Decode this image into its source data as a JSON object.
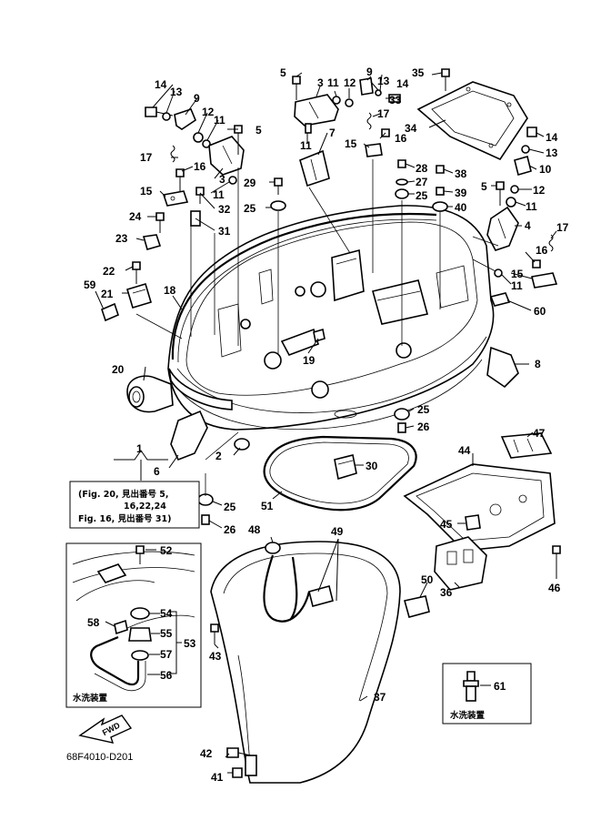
{
  "drawing_code": "68F4010-D201",
  "fwd_label": "FWD",
  "note_box": {
    "lines": [
      "(Fig. 20, 見出番号 5,",
      "16,22,24",
      "Fig. 16, 見出番号 31)"
    ]
  },
  "inset_left": {
    "caption": "水洗装置"
  },
  "inset_right": {
    "caption": "水洗装置"
  },
  "callouts": [
    {
      "id": "c1",
      "text": "1"
    },
    {
      "id": "c2",
      "text": "2"
    },
    {
      "id": "c3a",
      "text": "3"
    },
    {
      "id": "c3b",
      "text": "3"
    },
    {
      "id": "c4",
      "text": "4"
    },
    {
      "id": "c5a",
      "text": "5"
    },
    {
      "id": "c5b",
      "text": "5"
    },
    {
      "id": "c5c",
      "text": "5"
    },
    {
      "id": "c6",
      "text": "6"
    },
    {
      "id": "c7",
      "text": "7"
    },
    {
      "id": "c8",
      "text": "8"
    },
    {
      "id": "c9a",
      "text": "9"
    },
    {
      "id": "c9b",
      "text": "9"
    },
    {
      "id": "c10",
      "text": "10"
    },
    {
      "id": "c11a",
      "text": "11"
    },
    {
      "id": "c11b",
      "text": "11"
    },
    {
      "id": "c11c",
      "text": "11"
    },
    {
      "id": "c11d",
      "text": "11"
    },
    {
      "id": "c11e",
      "text": "11"
    },
    {
      "id": "c11f",
      "text": "11"
    },
    {
      "id": "c12a",
      "text": "12"
    },
    {
      "id": "c12b",
      "text": "12"
    },
    {
      "id": "c12c",
      "text": "12"
    },
    {
      "id": "c13a",
      "text": "13"
    },
    {
      "id": "c13b",
      "text": "13"
    },
    {
      "id": "c13c",
      "text": "13"
    },
    {
      "id": "c14a",
      "text": "14"
    },
    {
      "id": "c14b",
      "text": "14"
    },
    {
      "id": "c14c",
      "text": "14"
    },
    {
      "id": "c15a",
      "text": "15"
    },
    {
      "id": "c15b",
      "text": "15"
    },
    {
      "id": "c15c",
      "text": "15"
    },
    {
      "id": "c16a",
      "text": "16"
    },
    {
      "id": "c16b",
      "text": "16"
    },
    {
      "id": "c16c",
      "text": "16"
    },
    {
      "id": "c17a",
      "text": "17"
    },
    {
      "id": "c17b",
      "text": "17"
    },
    {
      "id": "c17c",
      "text": "17"
    },
    {
      "id": "c18",
      "text": "18"
    },
    {
      "id": "c19",
      "text": "19"
    },
    {
      "id": "c20",
      "text": "20"
    },
    {
      "id": "c21",
      "text": "21"
    },
    {
      "id": "c22",
      "text": "22"
    },
    {
      "id": "c23",
      "text": "23"
    },
    {
      "id": "c24",
      "text": "24"
    },
    {
      "id": "c25a",
      "text": "25"
    },
    {
      "id": "c25b",
      "text": "25"
    },
    {
      "id": "c25c",
      "text": "25"
    },
    {
      "id": "c25d",
      "text": "25"
    },
    {
      "id": "c26a",
      "text": "26"
    },
    {
      "id": "c26b",
      "text": "26"
    },
    {
      "id": "c27",
      "text": "27"
    },
    {
      "id": "c28",
      "text": "28"
    },
    {
      "id": "c29",
      "text": "29"
    },
    {
      "id": "c30",
      "text": "30"
    },
    {
      "id": "c31",
      "text": "31"
    },
    {
      "id": "c32",
      "text": "32"
    },
    {
      "id": "c33",
      "text": "33"
    },
    {
      "id": "c34",
      "text": "34"
    },
    {
      "id": "c35",
      "text": "35"
    },
    {
      "id": "c36",
      "text": "36"
    },
    {
      "id": "c37",
      "text": "37"
    },
    {
      "id": "c38",
      "text": "38"
    },
    {
      "id": "c39",
      "text": "39"
    },
    {
      "id": "c40",
      "text": "40"
    },
    {
      "id": "c41",
      "text": "41"
    },
    {
      "id": "c42",
      "text": "42"
    },
    {
      "id": "c43",
      "text": "43"
    },
    {
      "id": "c44",
      "text": "44"
    },
    {
      "id": "c45",
      "text": "45"
    },
    {
      "id": "c46",
      "text": "46"
    },
    {
      "id": "c47",
      "text": "47"
    },
    {
      "id": "c48",
      "text": "48"
    },
    {
      "id": "c49",
      "text": "49"
    },
    {
      "id": "c50",
      "text": "50"
    },
    {
      "id": "c51",
      "text": "51"
    },
    {
      "id": "c52",
      "text": "52"
    },
    {
      "id": "c53",
      "text": "53"
    },
    {
      "id": "c54",
      "text": "54"
    },
    {
      "id": "c55",
      "text": "55"
    },
    {
      "id": "c56",
      "text": "56"
    },
    {
      "id": "c57",
      "text": "57"
    },
    {
      "id": "c58",
      "text": "58"
    },
    {
      "id": "c59",
      "text": "59"
    },
    {
      "id": "c60",
      "text": "60"
    },
    {
      "id": "c61",
      "text": "61"
    }
  ]
}
